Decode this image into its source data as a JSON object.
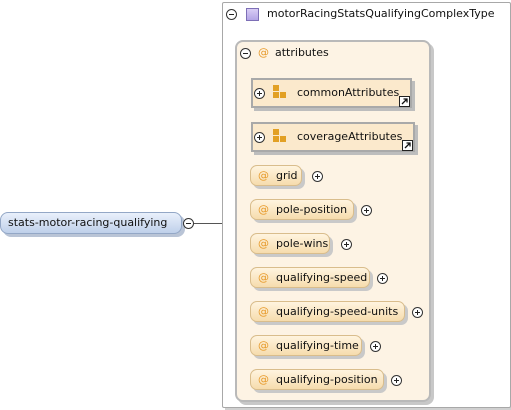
{
  "complex_type": {
    "name": "motorRacingStatsQualifyingComplexType",
    "icon": "complex-type-icon"
  },
  "attributes_section": {
    "title": "attributes",
    "groups": [
      {
        "label": "commonAttributes",
        "icon": "attribute-group-icon"
      },
      {
        "label": "coverageAttributes",
        "icon": "attribute-group-icon"
      }
    ],
    "items": [
      {
        "label": "grid"
      },
      {
        "label": "pole-position"
      },
      {
        "label": "pole-wins"
      },
      {
        "label": "qualifying-speed"
      },
      {
        "label": "qualifying-speed-units"
      },
      {
        "label": "qualifying-time"
      },
      {
        "label": "qualifying-position"
      }
    ],
    "attribute_symbol": "@"
  },
  "element": {
    "label": "stats-motor-racing-qualifying"
  },
  "colors": {
    "element_fill": "#bfd0ea",
    "attribute_fill": "#f6dcad",
    "attribute_symbol": "#e79a2a",
    "group_icon": "#e2a024",
    "type_icon": "#b3a4e6"
  }
}
